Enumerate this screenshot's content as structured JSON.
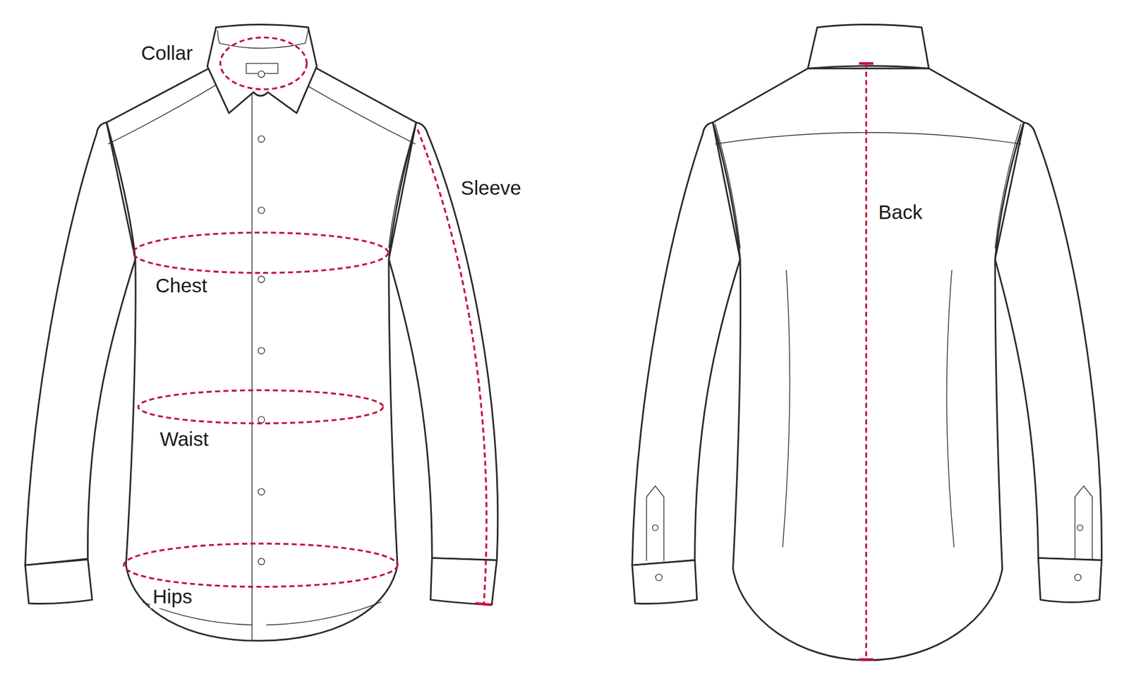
{
  "diagram": {
    "labels": [
      "Collar",
      "Sleeve",
      "Chest",
      "Waist",
      "Hips",
      "Back"
    ]
  }
}
